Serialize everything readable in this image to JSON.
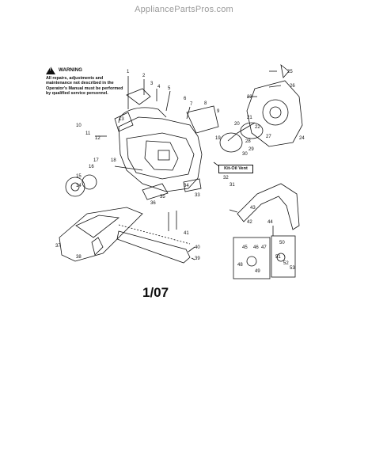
{
  "header": {
    "watermark": "AppliancePartsPros.com"
  },
  "warning": {
    "title": "WARNING",
    "text": "All repairs, adjustments and maintenance not described in the Operator's Manual must be performed by qualified service personnel."
  },
  "kit_label": "Kit-Oil Vent",
  "date_code": "1/07",
  "callouts": [
    "1",
    "2",
    "3",
    "4",
    "5",
    "6",
    "7",
    "8",
    "9",
    "10",
    "11",
    "12",
    "13",
    "14",
    "15",
    "16",
    "17",
    "18",
    "19",
    "20",
    "21",
    "22",
    "23",
    "24",
    "25",
    "26",
    "27",
    "28",
    "29",
    "30",
    "31",
    "32",
    "33",
    "34",
    "35",
    "36",
    "37",
    "38",
    "39",
    "40",
    "41",
    "42",
    "43",
    "44",
    "45",
    "46",
    "47",
    "48",
    "49",
    "50",
    "51",
    "52",
    "53"
  ]
}
